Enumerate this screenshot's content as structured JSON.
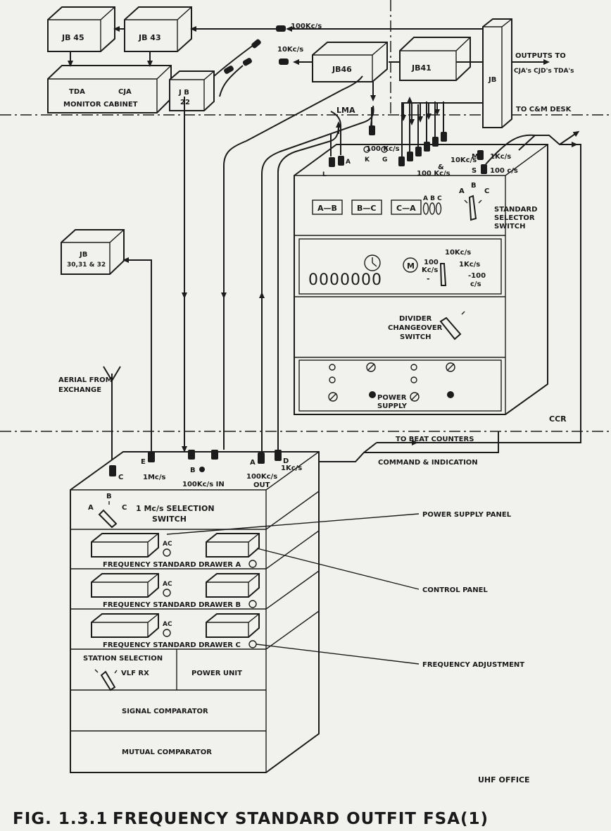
{
  "top_boxes": {
    "jb45": "JB 45",
    "jb43": "JB 43",
    "jb46": "JB46",
    "jb41": "JB41",
    "jb_main": "JB",
    "jb22_a": "J B",
    "jb22_b": "22"
  },
  "monitor_cabinet": {
    "tda": "TDA",
    "cja": "CJA",
    "name": "MONITOR CABINET"
  },
  "signal_labels": {
    "k100_top": "100Kc/s",
    "k10_top": "10Kc/s",
    "outputs_1": "OUTPUTS TO",
    "outputs_2": "CJA's CJD's TDA's",
    "to_cm_desk": "TO C&M DESK",
    "lma": "LMA",
    "jb30_1": "JB",
    "jb30_2": "30,31 & 32"
  },
  "selector_cabinet": {
    "conn_l": "L",
    "conn_a": "A",
    "conn_k": "K",
    "conn_g": "G",
    "k100": "100 Kc/s",
    "k10_a": "10Kc/s",
    "k10_b": "&",
    "k10_c": "100 Kc/s",
    "conn_m": "M",
    "kc1": "1Kc/s",
    "conn_s": "S",
    "cs100": "100 c/s",
    "btn_ab": "A—B",
    "btn_bc": "B—C",
    "btn_ca": "C—A",
    "abc": "A B C",
    "sel_a": "A",
    "sel_b": "B",
    "sel_c": "C",
    "std_sel_1": "STANDARD",
    "std_sel_2": "SELECTOR",
    "std_sel_3": "SWITCH",
    "counter": "0000000",
    "meter": "M",
    "m_10k": "10Kc/s",
    "m_100": "100",
    "m_kcs": "Kc/s",
    "m_1k": "1Kc/s",
    "m_dash": "-",
    "m_100b": "-100",
    "m_cs": "c/s",
    "div_1": "DIVIDER",
    "div_2": "CHANGEOVER",
    "div_3": "SWITCH",
    "power_1": "POWER",
    "power_2": "SUPPLY"
  },
  "zone_labels": {
    "ccr": "CCR",
    "uhf": "UHF OFFICE"
  },
  "lower_labels": {
    "aerial_1": "AERIAL FROM",
    "aerial_2": "EXCHANGE",
    "to_beat": "TO BEAT COUNTERS",
    "cmd": "COMMAND & INDICATION",
    "conn_c": "C",
    "conn_e": "E",
    "mcs1": "1Mc/s",
    "conn_b": "B",
    "k100_in": "100Kc/s IN",
    "conn_a": "A",
    "k100_out_1": "100Kc/s",
    "k100_out_2": "OUT",
    "conn_d": "D",
    "kcs1": "1Kc/s",
    "sel_a": "A",
    "sel_b": "B",
    "sel_c": "C",
    "mc_sel_1": "1 Mc/s SELECTION",
    "mc_sel_2": "SWITCH",
    "ac": "AC",
    "drawer_a": "FREQUENCY STANDARD DRAWER A",
    "drawer_b": "FREQUENCY STANDARD DRAWER B",
    "drawer_c": "FREQUENCY STANDARD DRAWER C",
    "station_sel": "STATION SELECTION",
    "vlf": "VLF RX",
    "power_unit": "POWER UNIT",
    "sig_comp": "SIGNAL COMPARATOR",
    "mut_comp": "MUTUAL COMPARATOR"
  },
  "callouts": {
    "power_supply_panel": "POWER SUPPLY PANEL",
    "control_panel": "CONTROL PANEL",
    "freq_adjust": "FREQUENCY ADJUSTMENT"
  },
  "caption": {
    "fig": "FIG. 1.3.1",
    "title": "FREQUENCY STANDARD OUTFIT FSA(1)"
  }
}
